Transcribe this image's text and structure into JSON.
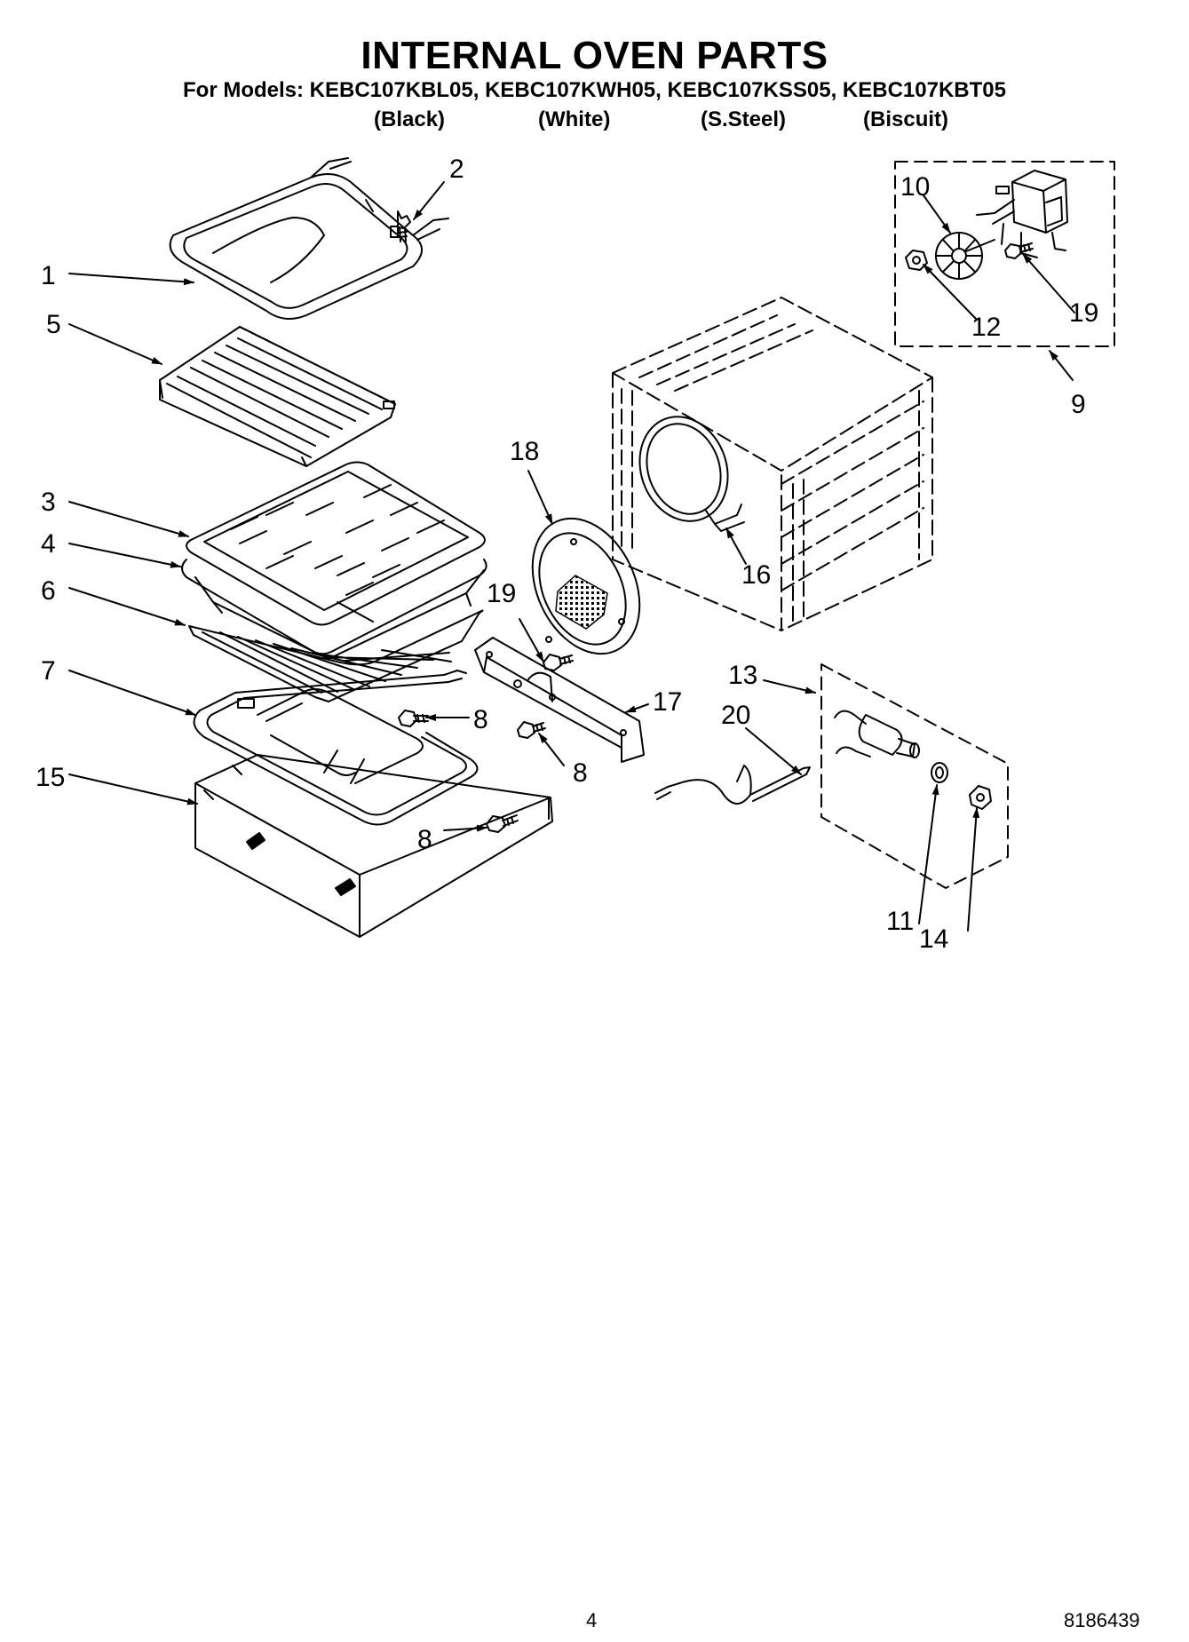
{
  "header": {
    "title": "INTERNAL OVEN PARTS",
    "models": "For Models: KEBC107KBL05, KEBC107KWH05, KEBC107KSS05, KEBC107KBT05",
    "colors": [
      "(Black)",
      "(White)",
      "(S.Steel)",
      "(Biscuit)"
    ]
  },
  "callouts": {
    "c1": "1",
    "c2": "2",
    "c3": "3",
    "c4": "4",
    "c5": "5",
    "c6": "6",
    "c7": "7",
    "c8a": "8",
    "c8b": "8",
    "c8c": "8",
    "c9": "9",
    "c10": "10",
    "c11": "11",
    "c12": "12",
    "c13": "13",
    "c14": "14",
    "c15": "15",
    "c16": "16",
    "c17": "17",
    "c18": "18",
    "c19a": "19",
    "c19b": "19",
    "c20": "20"
  },
  "footer": {
    "page_number": "4",
    "doc_number": "8186439"
  }
}
